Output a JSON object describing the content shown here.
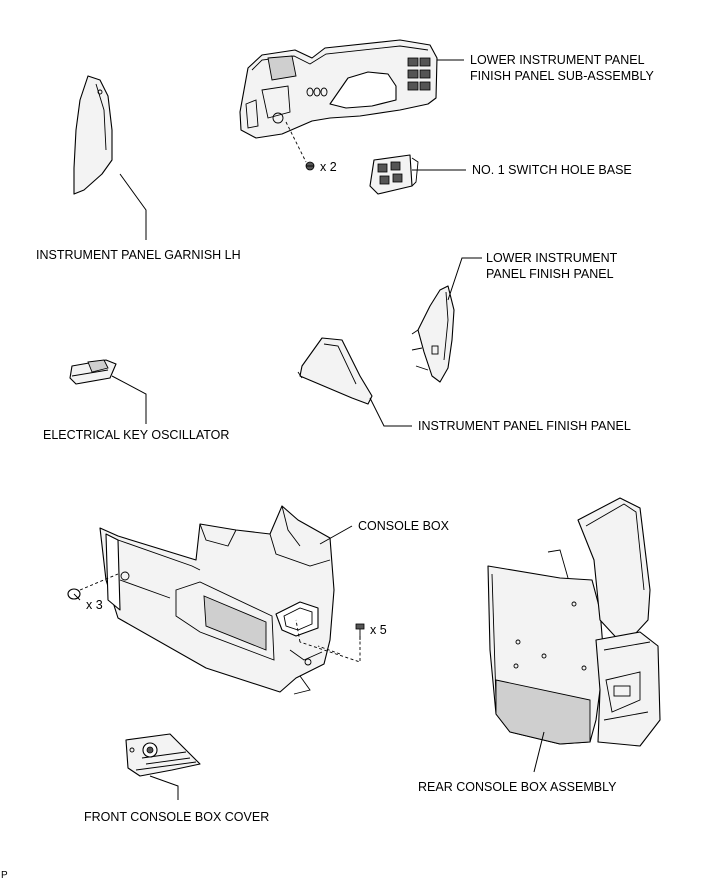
{
  "labels": {
    "lower_finish_sub_line1": "LOWER INSTRUMENT PANEL",
    "lower_finish_sub_line2": "FINISH PANEL SUB-ASSEMBLY",
    "switch_hole_base": "NO. 1 SWITCH HOLE BASE",
    "garnish_lh": "INSTRUMENT PANEL GARNISH LH",
    "lower_finish_line1": "LOWER INSTRUMENT",
    "lower_finish_line2": "PANEL FINISH PANEL",
    "electrical_key_oscillator": "ELECTRICAL KEY OSCILLATOR",
    "instrument_finish_panel": "INSTRUMENT PANEL FINISH PANEL",
    "console_box": "CONSOLE BOX",
    "rear_console_box": "REAR CONSOLE BOX ASSEMBLY",
    "front_console_cover": "FRONT CONSOLE BOX COVER"
  },
  "quantities": {
    "clip_top": "x 2",
    "clip_left": "x 3",
    "screw_right": "x 5"
  },
  "corner_mark": "P"
}
